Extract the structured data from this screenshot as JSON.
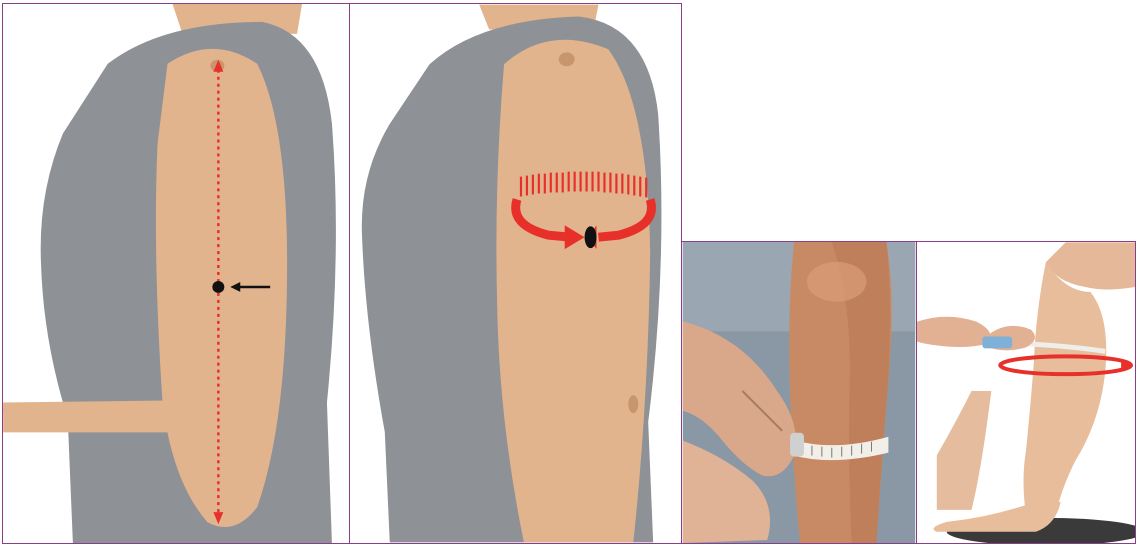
{
  "panels": [
    {
      "id": "upper-arm-length",
      "content": "illustration-upper-arm-length-midpoint"
    },
    {
      "id": "upper-arm-circumference",
      "content": "illustration-upper-arm-circumference"
    },
    {
      "id": "calf-tape-photo",
      "content": "photo-calf-tape-measurement"
    },
    {
      "id": "calf-circumference-photo",
      "content": "photo-calf-circumference"
    }
  ],
  "colors": {
    "shirt": "#8e9296",
    "skin": "#e2b48e",
    "skin_shadow": "#c8966c",
    "marker_red": "#e8302a",
    "dot": "#111111",
    "frame": "#8a3d8a"
  }
}
